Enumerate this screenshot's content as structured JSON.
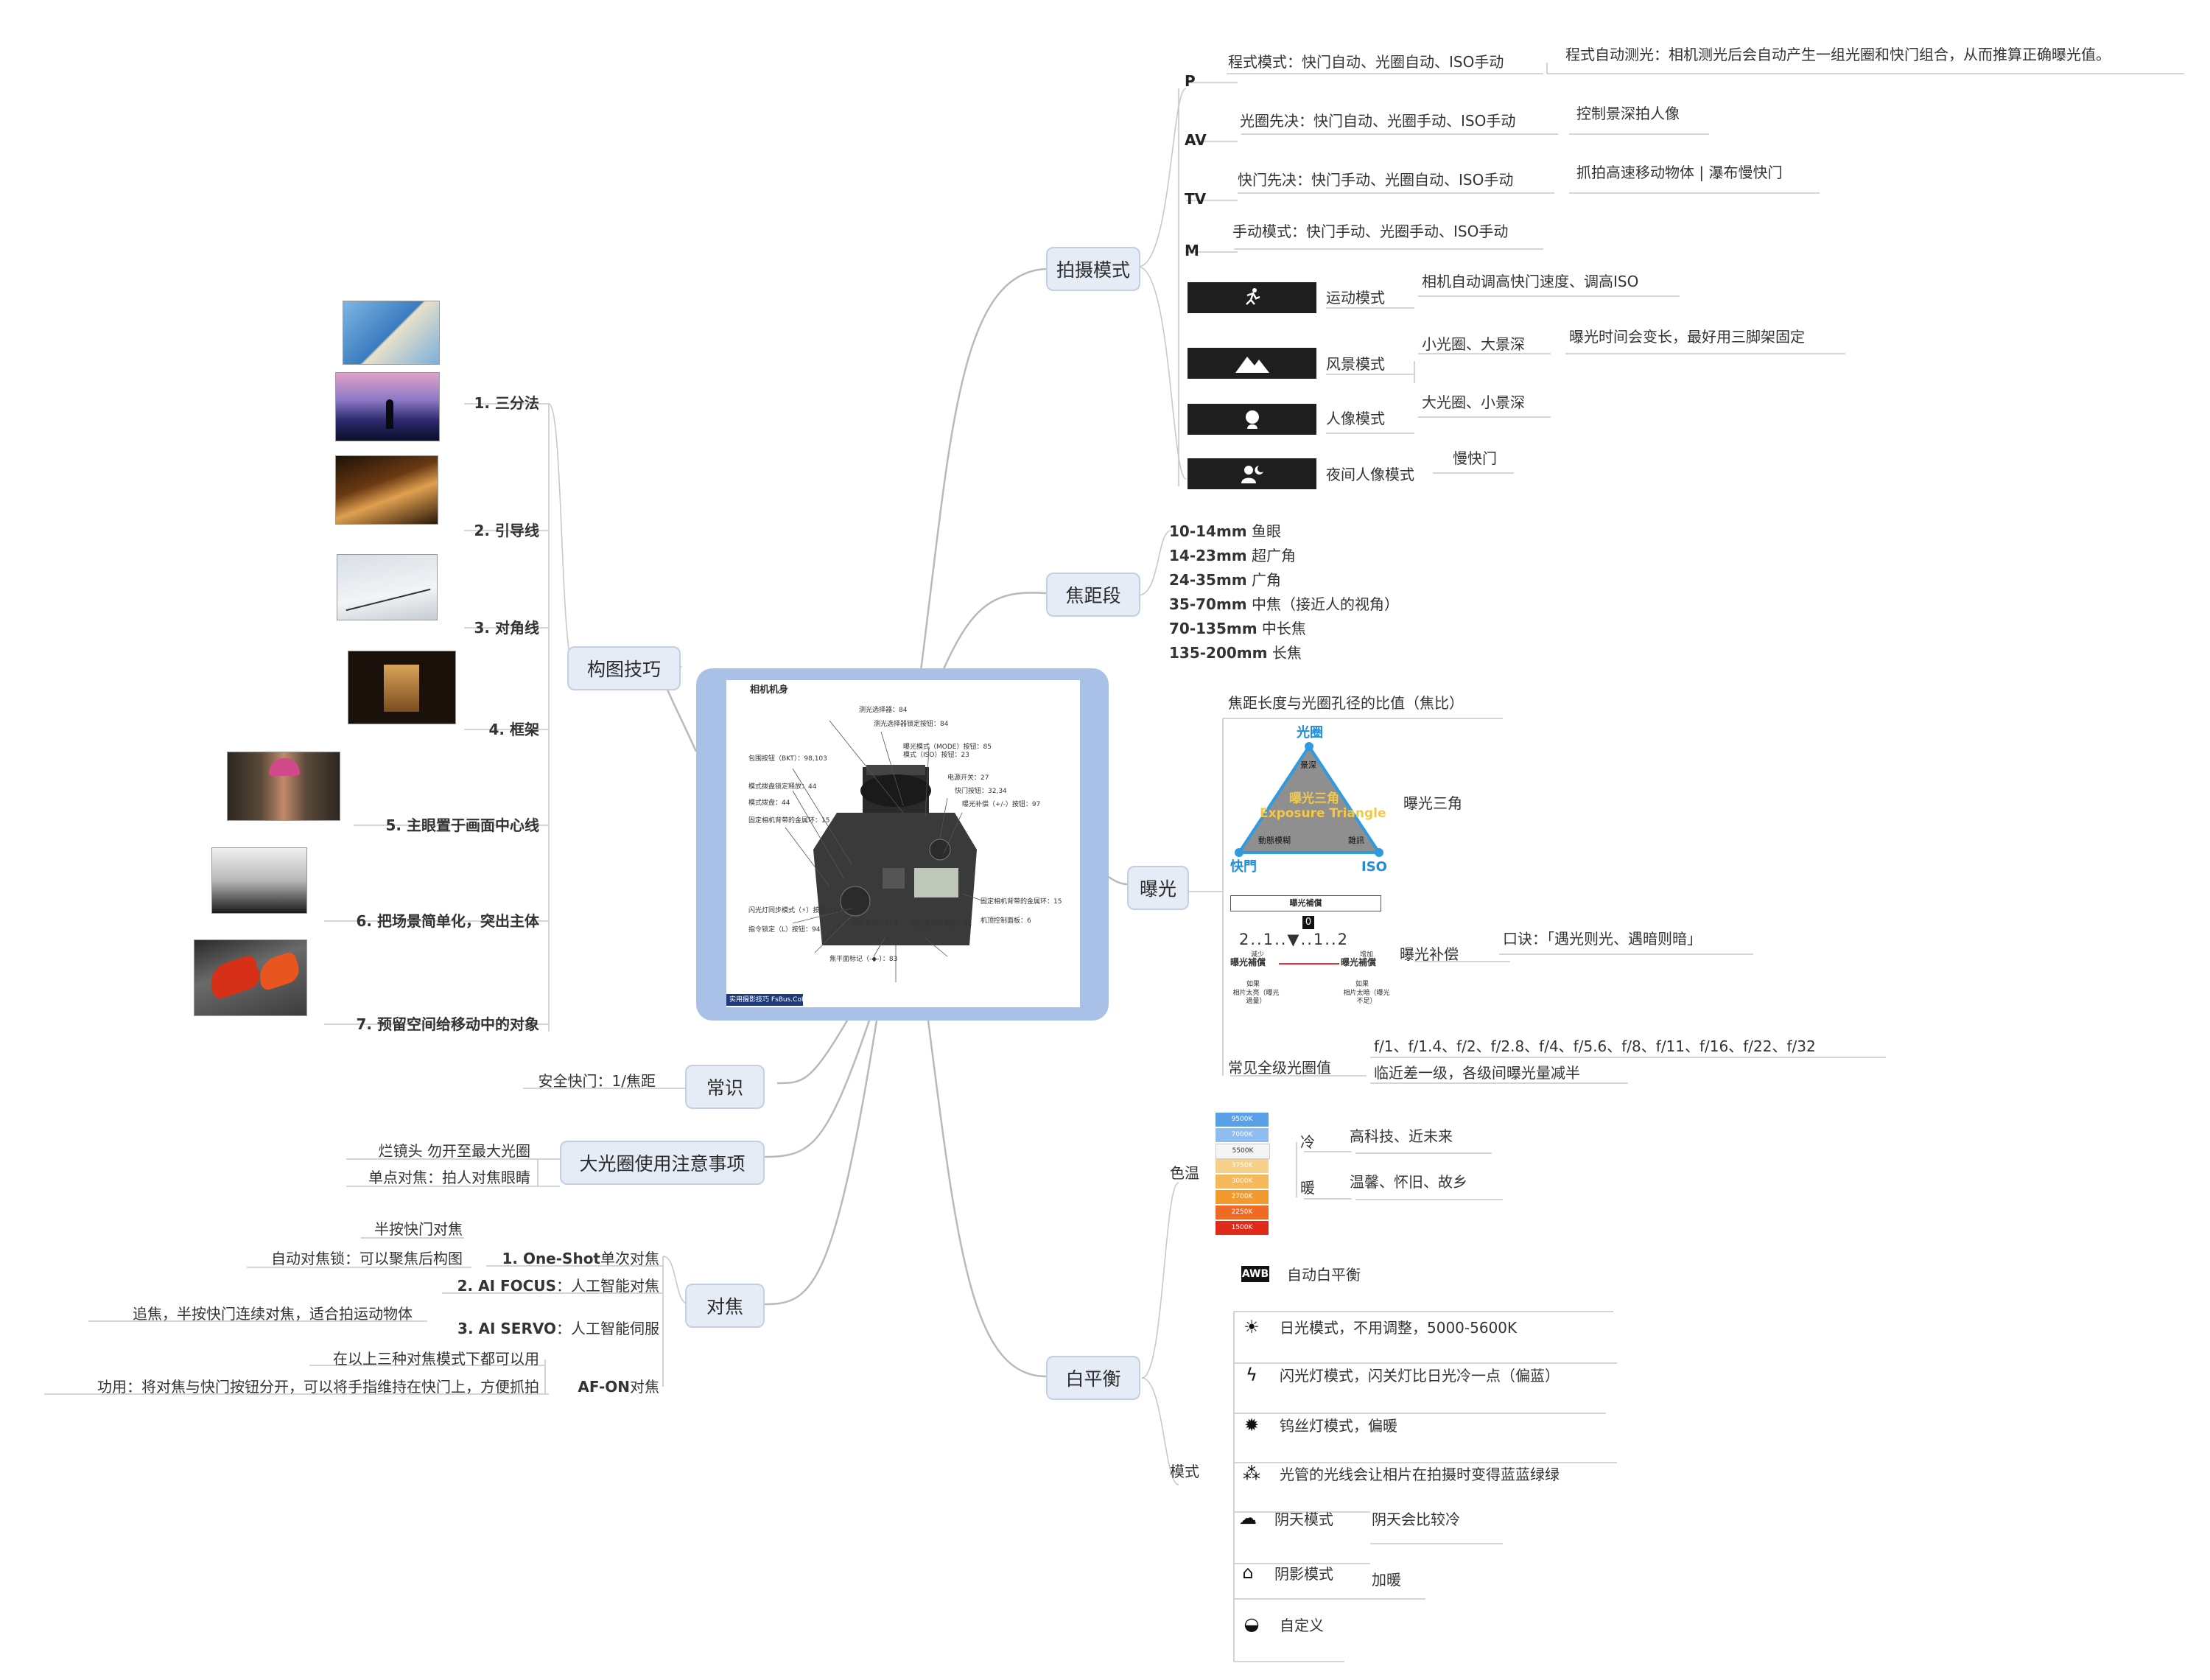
{
  "central": {
    "title": "相机机身",
    "callouts": [
      "测光选择器：84",
      "测光选择器锁定按钮：84",
      "曝光模式（MODE）按钮：85",
      "模式（ISO）按钮：23",
      "包围按钮（BKT）：98,103",
      "模式拨盘锁定释放：44",
      "模式拨盘：44",
      "固定相机背带的金属环：15",
      "电源开关：27",
      "快门按钮：32,34",
      "曝光补偿（+/-）按钮：97",
      "闪光灯同步模式（⚡）按钮：113",
      "指令锁定（L）按钮：94",
      "附件支架：116",
      "屈光度调节旋钮：31",
      "焦平面标记（-◆-）：83",
      "固定相机背带的金属环：15",
      "机顶控制面板：6"
    ],
    "footer": "实用摄影技巧 FsBus.CoM"
  },
  "shooting": {
    "label": "拍摄模式",
    "P": {
      "key": "P",
      "text": "程式模式：快门自动、光圈自动、ISO手动",
      "note": "程式自动测光：相机测光后会自动产生一组光圈和快门组合，从而推算正确曝光值。"
    },
    "AV": {
      "key": "AV",
      "text": "光圈先决：快门自动、光圈手动、ISO手动",
      "note": "控制景深拍人像"
    },
    "TV": {
      "key": "TV",
      "text": "快门先决：快门手动、光圈自动、ISO手动",
      "note": "抓拍高速移动物体 | 瀑布慢快门"
    },
    "M": {
      "key": "M",
      "text": "手动模式：快门手动、光圈手动、ISO手动"
    },
    "sport": {
      "text": "运动模式",
      "note": "相机自动调高快门速度、调高ISO",
      "icon": "runner-icon"
    },
    "landscape": {
      "text": "风景模式",
      "note": "小光圈、大景深",
      "note2": "曝光时间会变长，最好用三脚架固定",
      "icon": "mountain-icon"
    },
    "portrait": {
      "text": "人像模式",
      "note": "大光圈、小景深",
      "icon": "head-icon"
    },
    "night": {
      "text": "夜间人像模式",
      "note": "慢快门",
      "icon": "night-portrait-icon"
    }
  },
  "focal": {
    "label": "焦距段",
    "items": [
      {
        "range": "10-14mm",
        "name": " 鱼眼"
      },
      {
        "range": "14-23mm",
        "name": " 超广角"
      },
      {
        "range": "24-35mm",
        "name": " 广角"
      },
      {
        "range": "35-70mm",
        "name": " 中焦（接近人的视角）"
      },
      {
        "range": "70-135mm",
        "name": " 中长焦"
      },
      {
        "range": "135-200mm",
        "name": " 长焦"
      }
    ]
  },
  "exposure": {
    "label": "曝光",
    "ratio": "焦距长度与光圈孔径的比值（焦比）",
    "triangle": {
      "label": "曝光三角",
      "top": "光圈",
      "left": "快門",
      "right": "ISO",
      "inner_top": "景深",
      "inner_left": "動態模糊",
      "inner_right": "雜訊",
      "center_cn": "曝光三角",
      "center_en": "Exposure Triangle"
    },
    "comp": {
      "label": "曝光补偿",
      "title": "曝光補償",
      "scale": "2..1..▼..1..2",
      "zero": "0",
      "minus": "曝光補償",
      "plus": "曝光補償",
      "minus_small": "減少",
      "plus_small": "增加",
      "left_note": "相片太亮（曝光過量）",
      "right_note": "相片太暗（曝光不足）",
      "left_q": "如果",
      "right_q": "如果",
      "tip": "口诀：「遇光则光、遇暗则暗」"
    },
    "stops": {
      "label": "常见全级光圈值",
      "values": "f/1、f/1.4、f/2、f/2.8、f/4、f/5.6、f/8、f/11、f/16、f/22、f/32",
      "note": "临近差一级，各级间曝光量减半"
    }
  },
  "wb": {
    "label": "白平衡",
    "temp": {
      "label": "色温",
      "cold": "冷",
      "warm": "暖",
      "cold_note": "高科技、近未来",
      "warm_note": "温馨、怀旧、故乡",
      "swatches": [
        {
          "k": "9500K",
          "color": "#5aa0e6"
        },
        {
          "k": "7000K",
          "color": "#8fbdf0"
        },
        {
          "k": "5500K",
          "color": "#f5f5f5"
        },
        {
          "k": "3750K",
          "color": "#f6cf88"
        },
        {
          "k": "3000K",
          "color": "#f5b85a"
        },
        {
          "k": "2700K",
          "color": "#f39a2e"
        },
        {
          "k": "2250K",
          "color": "#ef6a22"
        },
        {
          "k": "1500K",
          "color": "#e02a1a"
        }
      ]
    },
    "modes_label": "模式",
    "awb": {
      "icon": "AWB",
      "text": "自动白平衡"
    },
    "modes": [
      {
        "icon": "sun-icon",
        "glyph": "☀",
        "text": "日光模式，不用调整，5000-5600K"
      },
      {
        "icon": "flash-icon",
        "glyph": "ϟ",
        "text": "闪光灯模式，闪关灯比日光冷一点（偏蓝）"
      },
      {
        "icon": "tungsten-icon",
        "glyph": "✹",
        "text": "钨丝灯模式，偏暖"
      },
      {
        "icon": "fluorescent-icon",
        "glyph": "⁂",
        "text": "光管的光线会让相片在拍摄时变得蓝蓝绿绿"
      },
      {
        "icon": "cloud-icon",
        "glyph": "☁",
        "text": "阴天模式",
        "note": "阴天会比较冷"
      },
      {
        "icon": "shade-icon",
        "glyph": "⌂",
        "text": "阴影模式",
        "note": "加暖"
      },
      {
        "icon": "custom-icon",
        "glyph": "◒",
        "text": "自定义"
      }
    ]
  },
  "composition": {
    "label": "构图技巧",
    "items": [
      "1. 三分法",
      "2. 引导线",
      "3. 对角线",
      "4. 框架",
      "5. 主眼置于画面中心线",
      "6. 把场景简单化，突出主体",
      "7. 预留空间给移动中的对象"
    ]
  },
  "common": {
    "label": "常识",
    "item": "安全快门：1/焦距"
  },
  "aperture": {
    "label": "大光圈使用注意事项",
    "items": [
      "烂镜头 勿开至最大光圈",
      "单点对焦：拍人对焦眼睛"
    ]
  },
  "focus": {
    "label": "对焦",
    "oneshot": {
      "name": "1. One-Shot",
      "desc": "单次对焦",
      "sub1": "半按快门对焦",
      "sub2": "自动对焦锁：可以聚焦后构图"
    },
    "aifocus": {
      "name": "2. AI FOCUS",
      "desc": "：人工智能对焦"
    },
    "aiservo": {
      "name": "3. AI SERVO",
      "desc": "：人工智能伺服",
      "sub": "追焦，半按快门连续对焦，适合拍运动物体"
    },
    "afon": {
      "name": "AF-ON",
      "desc": "对焦",
      "sub1": "在以上三种对焦模式下都可以用",
      "sub2": "功用：将对焦与快门按钮分开，可以将手指维持在快门上，方便抓拍"
    }
  }
}
